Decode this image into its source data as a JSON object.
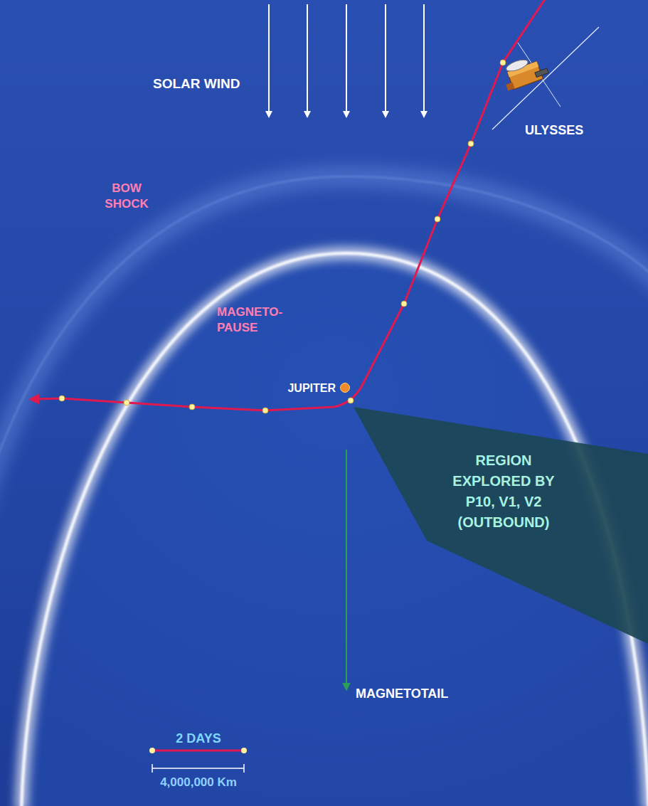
{
  "diagram": {
    "nodes": [
      {
        "text": [
          "REGION EXPLORED BY P10, V1, V2 (OUTBOUND)"
        ]
      }
    ],
    "labels": [
      "SOLAR WIND",
      "ULYSSES",
      "BOW SHOCK",
      "MAGNETO- PAUSE",
      "JUPITER",
      "MAGNETOTAIL",
      "2 DAYS",
      "4,000,000 Km"
    ]
  }
}
